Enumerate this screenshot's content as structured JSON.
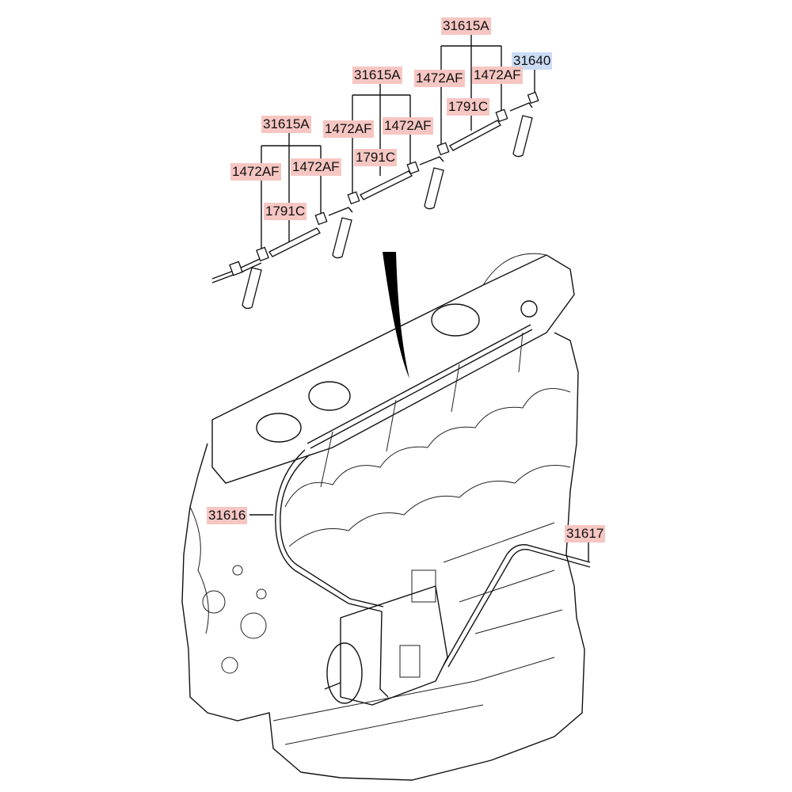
{
  "colors": {
    "label_bg": "#f6c6c2",
    "label_bg_new": "#c9dcf3",
    "line": "#111111"
  },
  "labels": [
    {
      "id": "l1",
      "text": "31615A",
      "bg": "#f6c6c2"
    },
    {
      "id": "l2",
      "text": "31640",
      "bg": "#c9dcf3"
    },
    {
      "id": "l3",
      "text": "31615A",
      "bg": "#f6c6c2"
    },
    {
      "id": "l4",
      "text": "1472AF",
      "bg": "#f6c6c2"
    },
    {
      "id": "l5",
      "text": "1472AF",
      "bg": "#f6c6c2"
    },
    {
      "id": "l6",
      "text": "1791C",
      "bg": "#f6c6c2"
    },
    {
      "id": "l7",
      "text": "31615A",
      "bg": "#f6c6c2"
    },
    {
      "id": "l8",
      "text": "1472AF",
      "bg": "#f6c6c2"
    },
    {
      "id": "l9",
      "text": "1472AF",
      "bg": "#f6c6c2"
    },
    {
      "id": "l10",
      "text": "1791C",
      "bg": "#f6c6c2"
    },
    {
      "id": "l11",
      "text": "1472AF",
      "bg": "#f6c6c2"
    },
    {
      "id": "l12",
      "text": "1472AF",
      "bg": "#f6c6c2"
    },
    {
      "id": "l13",
      "text": "1791C",
      "bg": "#f6c6c2"
    },
    {
      "id": "l14",
      "text": "31616",
      "bg": "#f6c6c2"
    },
    {
      "id": "l15",
      "text": "31617",
      "bg": "#f6c6c2"
    }
  ]
}
